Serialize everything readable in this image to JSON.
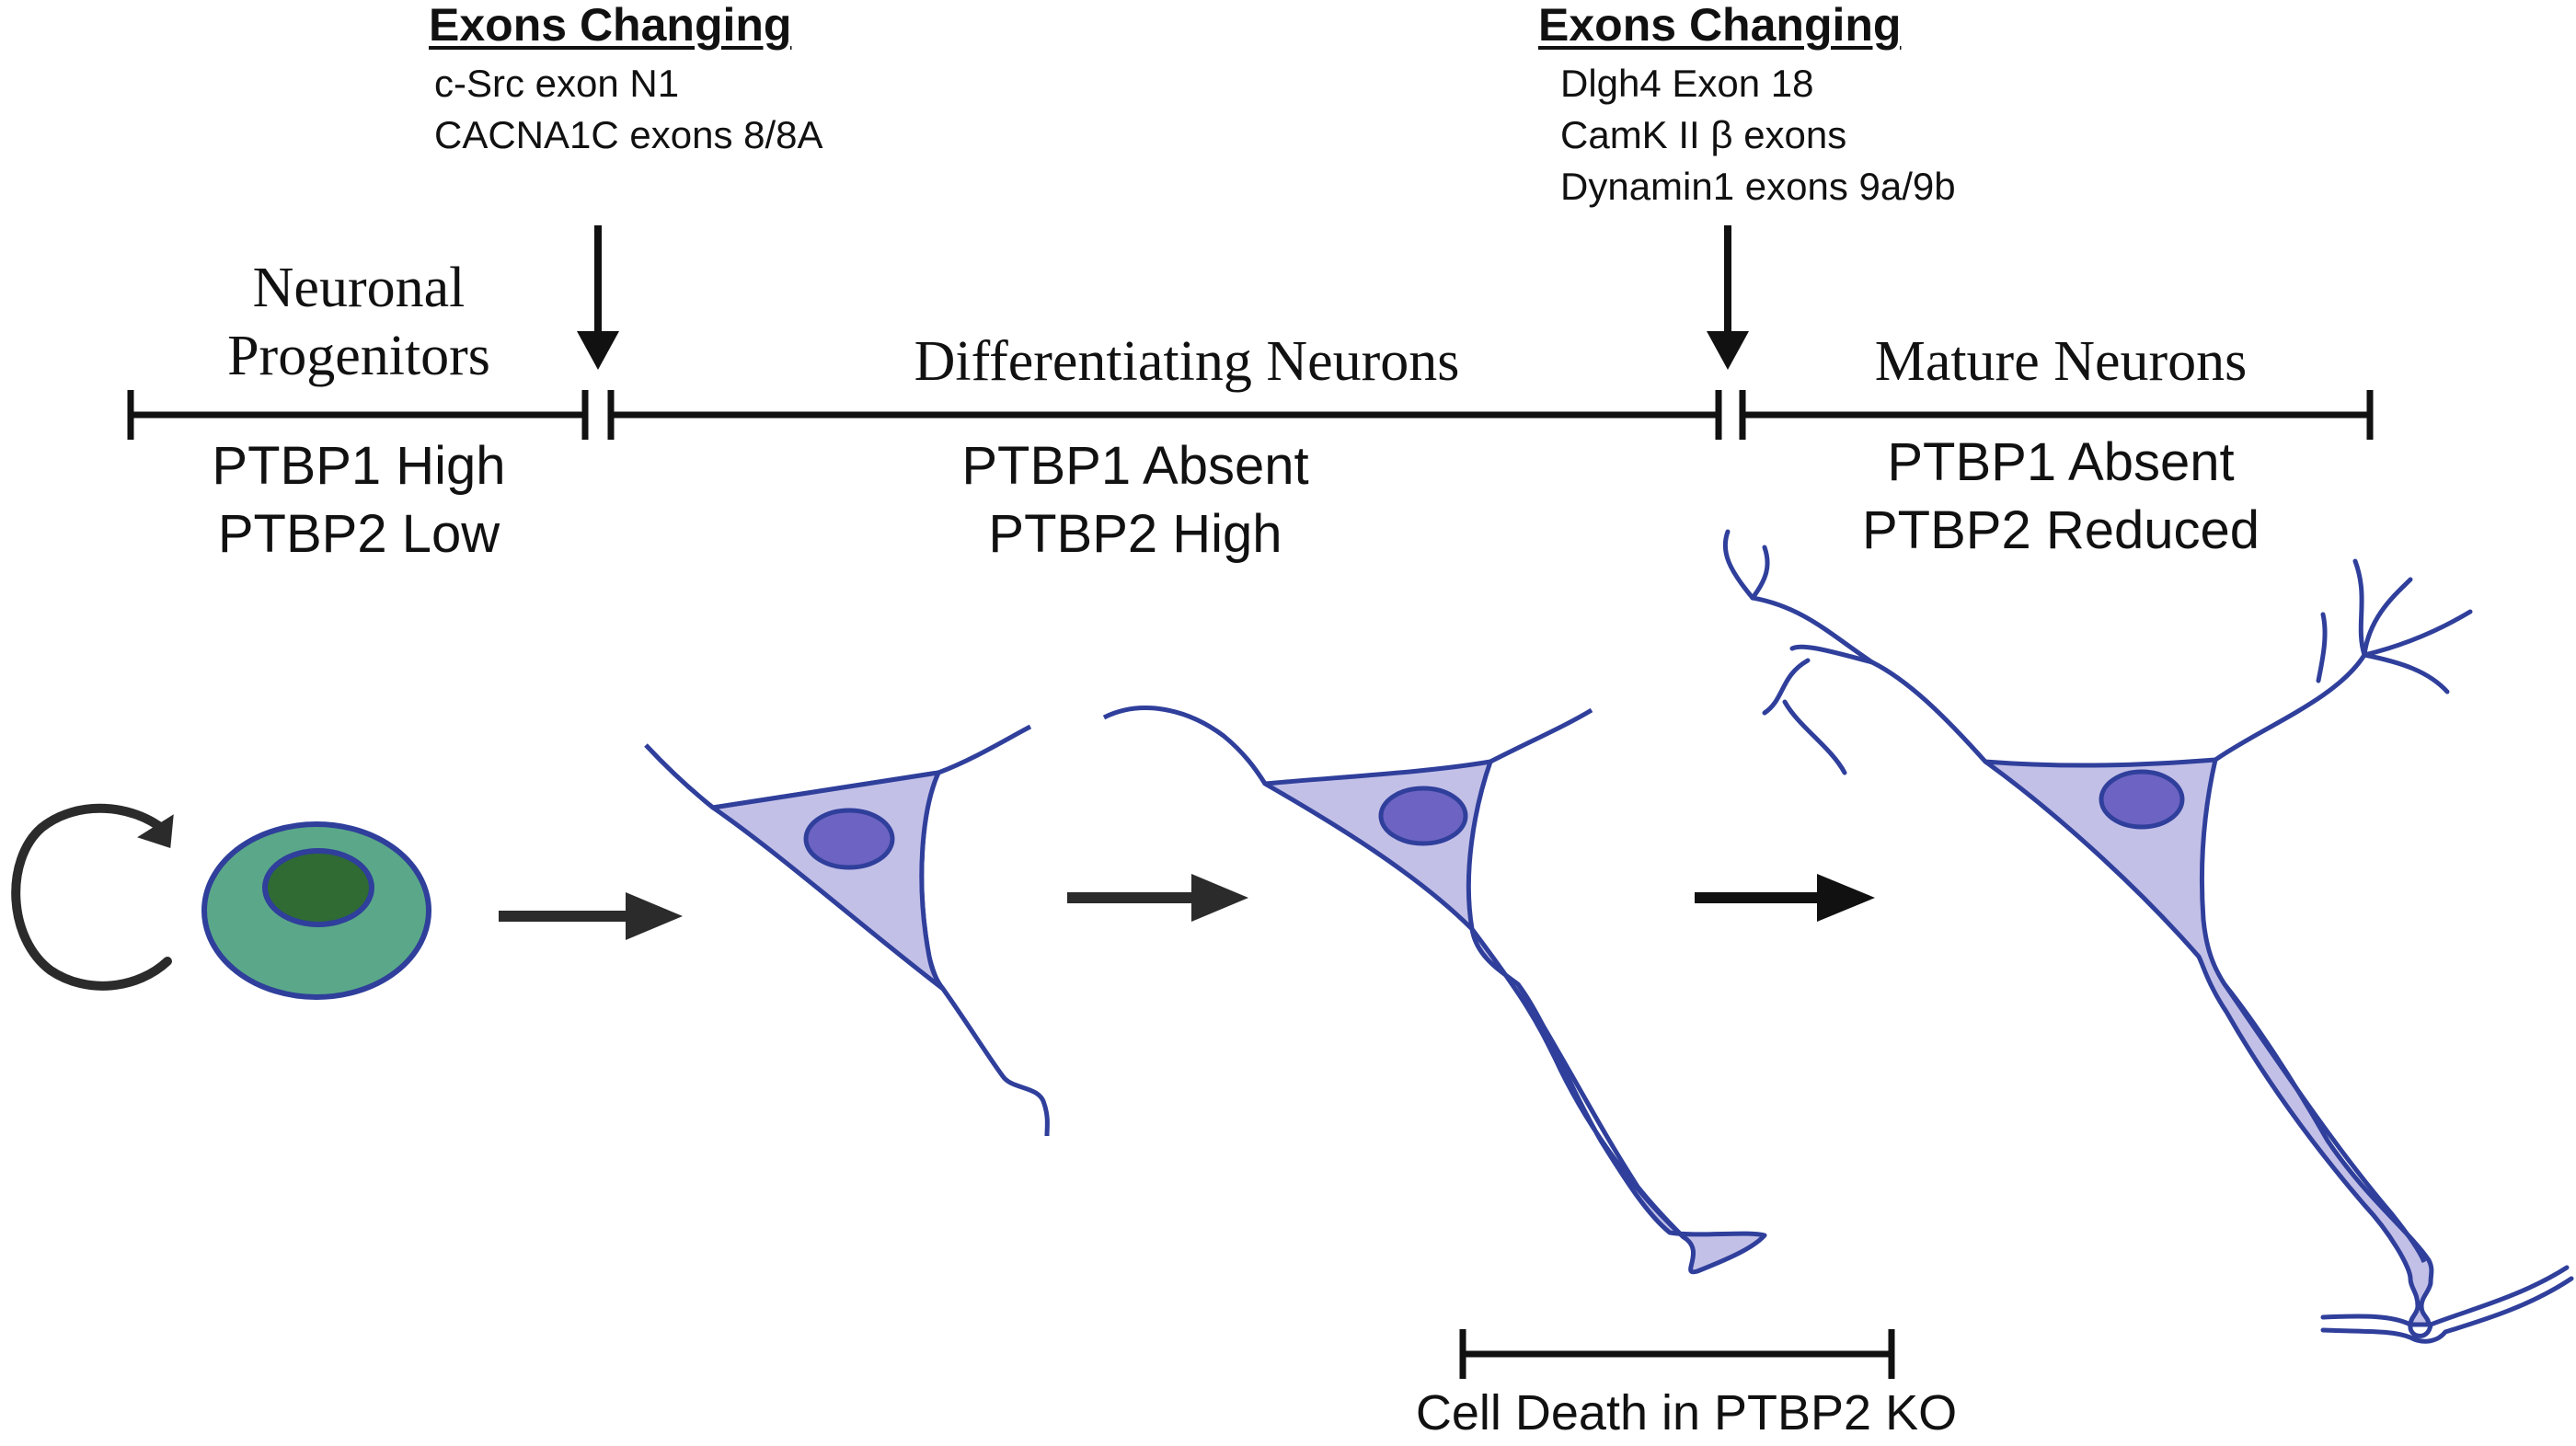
{
  "exon_groups": [
    {
      "heading": "Exons Changing",
      "exons": [
        "c-Src exon N1",
        "CACNA1C exons 8/8A"
      ]
    },
    {
      "heading": "Exons Changing",
      "exons": [
        "Dlgh4 Exon 18",
        "CamK II β exons",
        "Dynamin1 exons 9a/9b"
      ]
    }
  ],
  "stages": [
    {
      "name_lines": [
        "Neuronal",
        "Progenitors"
      ],
      "levels": [
        "PTBP1 High",
        "PTBP2 Low"
      ]
    },
    {
      "name_lines": [
        "Differentiating Neurons"
      ],
      "levels": [
        "PTBP1 Absent",
        "PTBP2 High"
      ]
    },
    {
      "name_lines": [
        "Mature Neurons"
      ],
      "levels": [
        "PTBP1 Absent",
        "PTBP2 Reduced"
      ]
    }
  ],
  "cell_death_label": "Cell Death in PTBP2 KO",
  "colors": {
    "outline": "#2f3f9b",
    "neuron_fill": "#c3c0e8",
    "nucleus_fill": "#6c63c2",
    "progenitor_fill": "#5aa889",
    "progenitor_nucleus_fill": "#2f6b33",
    "ink": "#111111",
    "arrow_gray": "#2b2b2b"
  }
}
